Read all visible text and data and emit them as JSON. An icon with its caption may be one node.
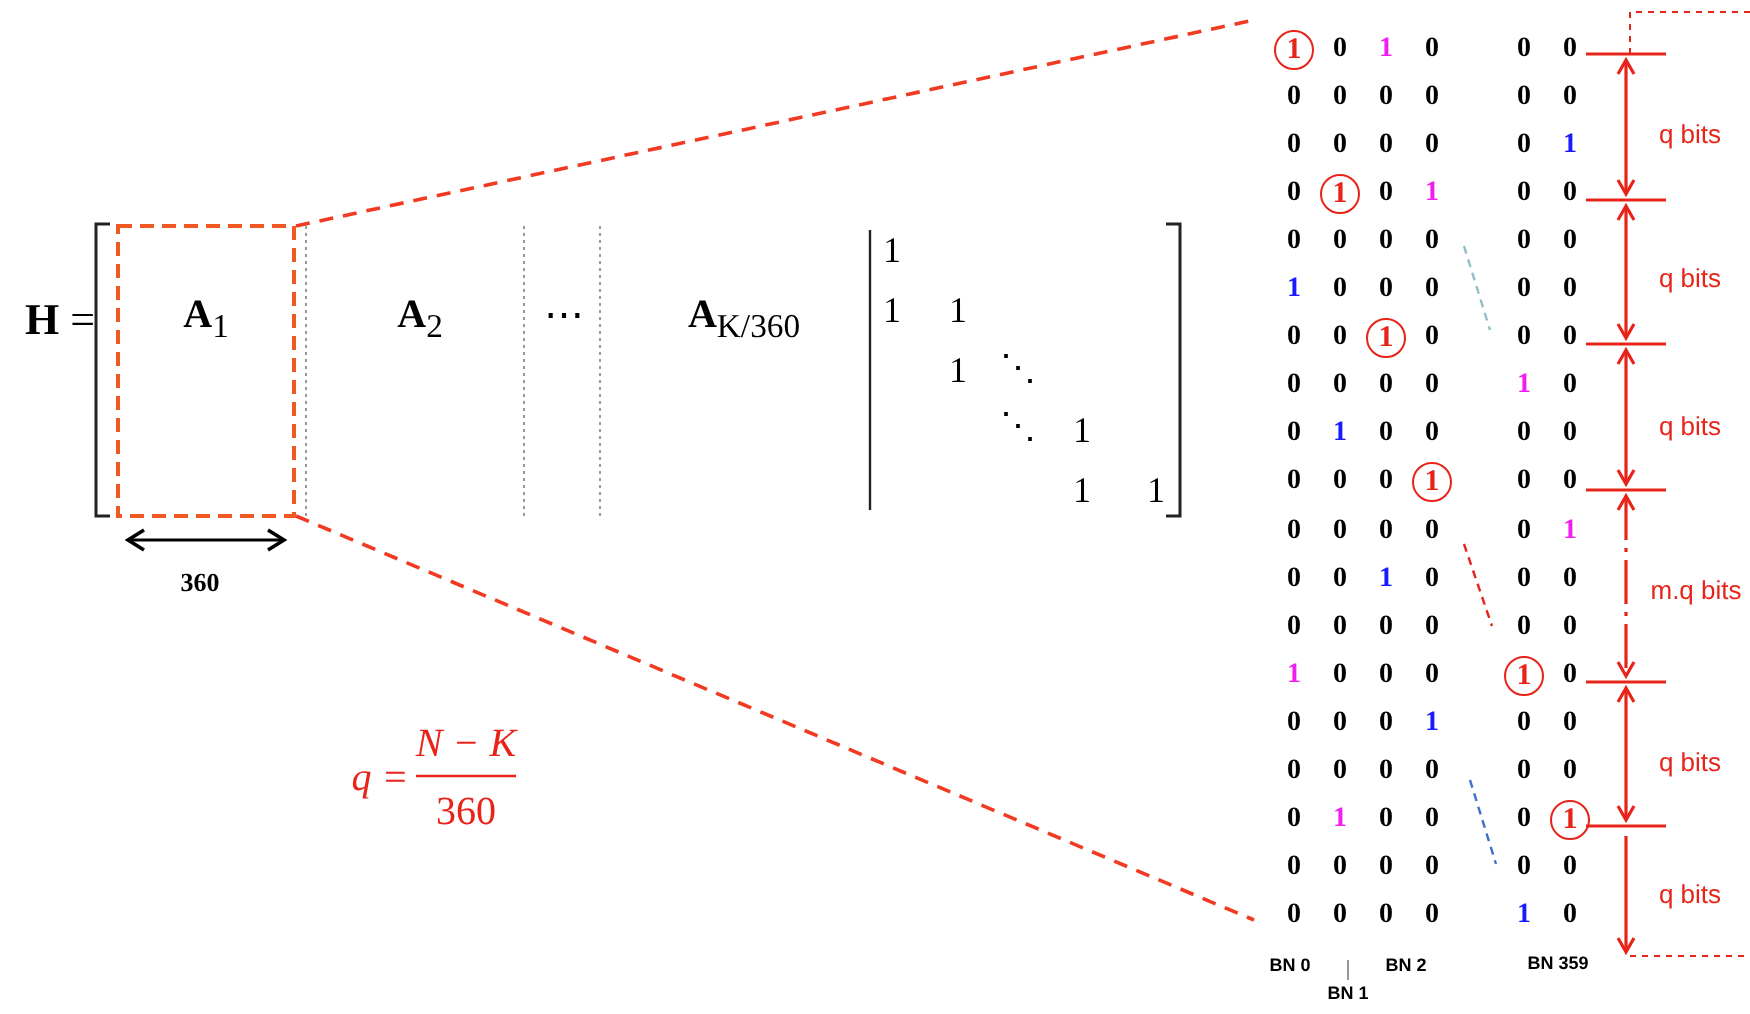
{
  "diagram": {
    "labels": [
      "**H** =",
      "**A**$_{1}$",
      "**A**$_{2}$",
      "⋯",
      "**A**$_{K/360}$",
      "1",
      "1",
      "1",
      "1",
      "1",
      "1",
      "1",
      "⋱",
      "⋱",
      "360",
      "q =",
      "N − K",
      "360",
      "1",
      "0",
      "1",
      "0",
      "0",
      "0",
      "0",
      "0",
      "0",
      "0",
      "0",
      "0",
      "0",
      "0",
      "0",
      "0",
      "0",
      "1",
      "0",
      "1",
      "0",
      "1",
      "0",
      "0",
      "0",
      "0",
      "0",
      "0",
      "0",
      "0",
      "1",
      "0",
      "0",
      "0",
      "0",
      "0",
      "0",
      "0",
      "1",
      "0",
      "0",
      "0",
      "0",
      "0",
      "0",
      "0",
      "1",
      "0",
      "0",
      "1",
      "0",
      "0",
      "0",
      "0",
      "0",
      "0",
      "0",
      "1",
      "0",
      "0",
      "0",
      "0",
      "0",
      "0",
      "0",
      "1",
      "0",
      "0",
      "1",
      "0",
      "0",
      "0",
      "0",
      "0",
      "0",
      "0",
      "0",
      "0",
      "1",
      "0",
      "0",
      "0",
      "1",
      "0",
      "0",
      "0",
      "0",
      "1",
      "0",
      "0",
      "0",
      "0",
      "0",
      "0",
      "0",
      "0",
      "0",
      "1",
      "0",
      "0",
      "0",
      "1",
      "0",
      "0",
      "0",
      "0",
      "0",
      "0",
      "0",
      "0",
      "0",
      "0",
      "1",
      "0",
      "q bits",
      "q bits",
      "q bits",
      "m.q bits",
      "q bits",
      "q bits",
      "BN 0",
      "BN 2",
      "BN 359",
      "BN 1"
    ]
  }
}
